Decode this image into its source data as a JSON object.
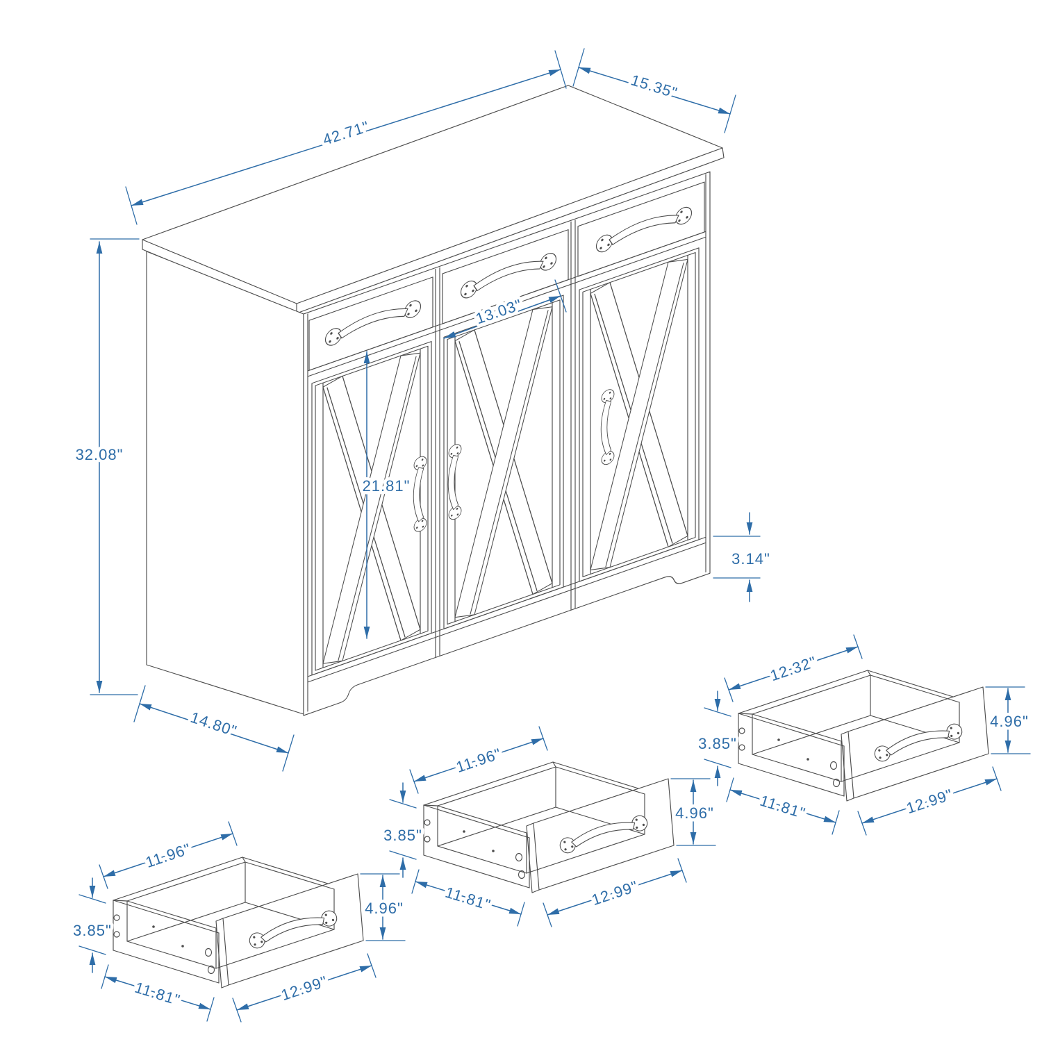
{
  "page": {
    "background": "#ffffff",
    "accent_color": "#2e6da8",
    "line_color": "#4d4d4d",
    "unit": "inches"
  },
  "diagram": {
    "type": "furniture-dimension-diagram",
    "subject": "farmhouse sideboard buffet cabinet with 3 drawers and 3 barn-style X doors, plus 3 detached drawer boxes",
    "cabinet": {
      "width": "42.71\"",
      "depth_top": "15.35\"",
      "height": "32.08\"",
      "door_width": "13.03\"",
      "door_height": "21.81\"",
      "base_height": "3.14\"",
      "depth_bottom": "14.80\""
    },
    "drawers": [
      {
        "id": "left",
        "top_width": "11.96\"",
        "side_height": "3.85\"",
        "front_height": "4.96\"",
        "depth": "11.81\"",
        "front_width": "12.99\""
      },
      {
        "id": "middle",
        "top_width": "11.96\"",
        "side_height": "3.85\"",
        "front_height": "4.96\"",
        "depth": "11.81\"",
        "front_width": "12.99\""
      },
      {
        "id": "right",
        "top_width": "12.32\"",
        "side_height": "3.85\"",
        "front_height": "4.96\"",
        "depth": "11.81\"",
        "front_width": "12.99\""
      }
    ]
  }
}
